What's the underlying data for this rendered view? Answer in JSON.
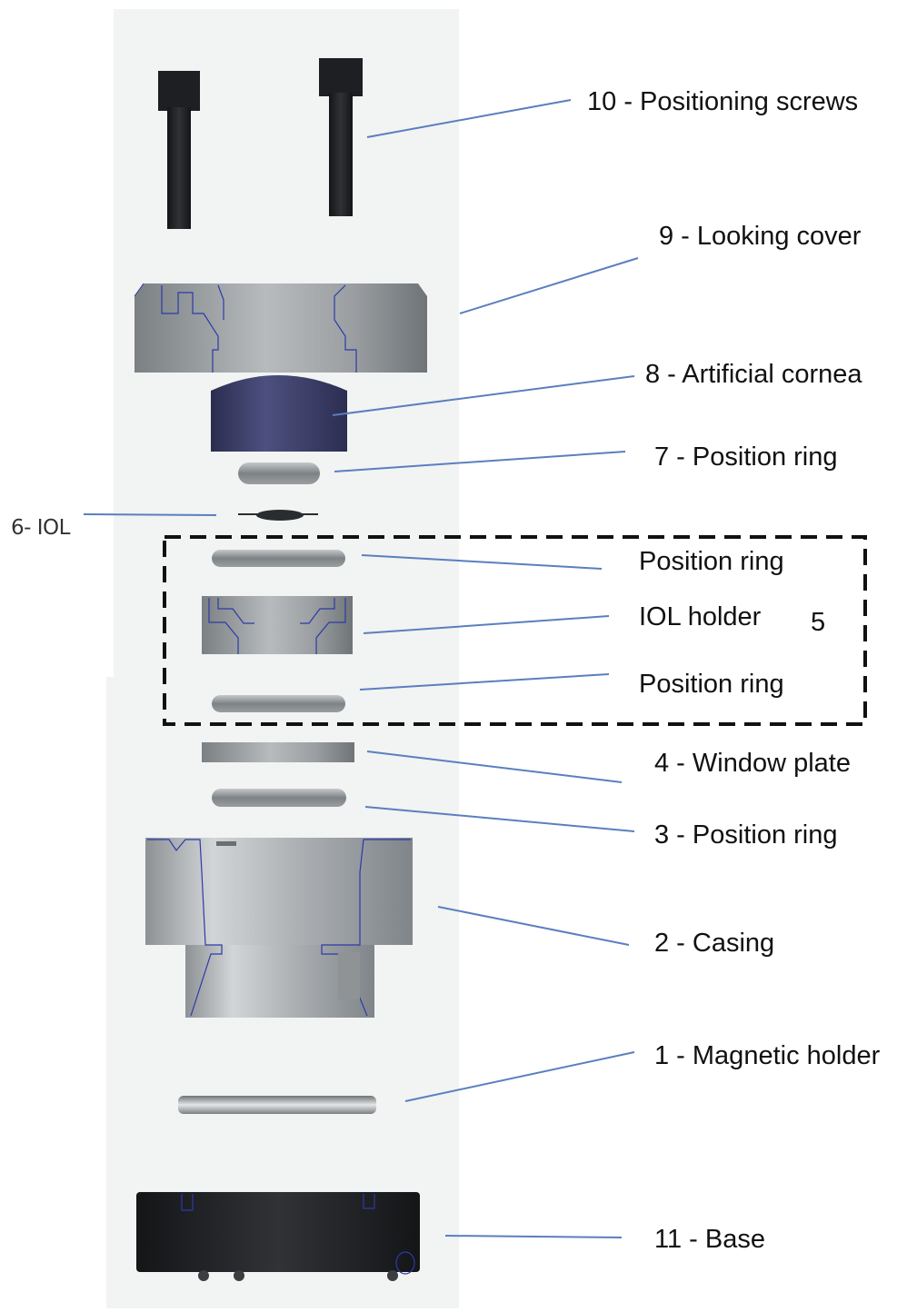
{
  "colors": {
    "background": "#ffffff",
    "panel": "#f2f3f3",
    "leader_line": "#5a7fbf",
    "metal_gray": "#8e9396",
    "dark_part": "#1e1f22",
    "cornea": "#3a3c63",
    "outline_blue": "#2c3aa8",
    "dashed_box": "#111111"
  },
  "labels": {
    "positioning_screws": "10 - Positioning screws",
    "looking_cover": "9 - Looking cover",
    "artificial_cornea": "8 - Artificial cornea",
    "position_ring_7": "7 - Position ring",
    "iol_6": "6- IOL",
    "position_ring_upper": "Position ring",
    "iol_holder": "IOL holder",
    "group_5": "5",
    "position_ring_lower": "Position ring",
    "window_plate": "4 - Window plate",
    "position_ring_3": "3 - Position ring",
    "casing": "2 - Casing",
    "magnetic_holder": "1 - Magnetic holder",
    "base": "11 - Base"
  }
}
